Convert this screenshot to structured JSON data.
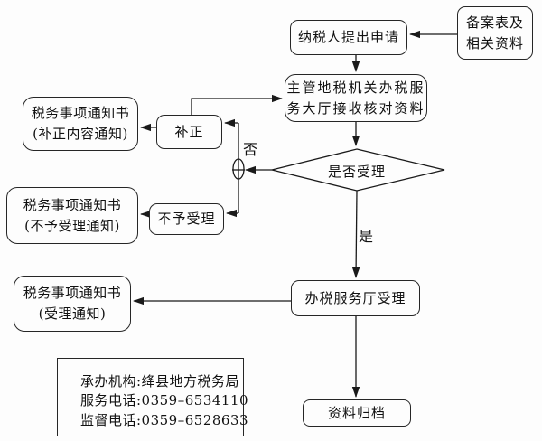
{
  "flowchart": {
    "nodes": {
      "record_materials": {
        "lines": [
          "备案表及",
          "相关资料"
        ]
      },
      "taxpayer_application": {
        "label": "纳税人提出申请"
      },
      "bureau_hall": {
        "lines": [
          "主管地税机关办税服",
          "务大厅接收核对资料"
        ]
      },
      "decision": {
        "label": "是否受理"
      },
      "correction": {
        "label": "补正"
      },
      "notice_correction": {
        "lines": [
          "税务事项通知书",
          "(补正内容通知)"
        ]
      },
      "reject": {
        "label": "不予受理"
      },
      "notice_reject": {
        "lines": [
          "税务事项通知书",
          "(不予受理通知)"
        ]
      },
      "accept_hall": {
        "label": "办税服务厅受理"
      },
      "notice_accept": {
        "lines": [
          "税务事项通知书",
          "(受理通知)"
        ]
      },
      "archive": {
        "label": "资料归档"
      },
      "info_box": {
        "lines": [
          "承办机构:绛县地方税务局",
          "服务电话:0359–6534110",
          "监督电话:0359–6528633"
        ]
      }
    },
    "edge_labels": {
      "no": "否",
      "yes": "是"
    },
    "colors": {
      "line": "#1a1a1a",
      "border": "#262626",
      "background": "#fdfdfd",
      "text": "#111111"
    }
  }
}
